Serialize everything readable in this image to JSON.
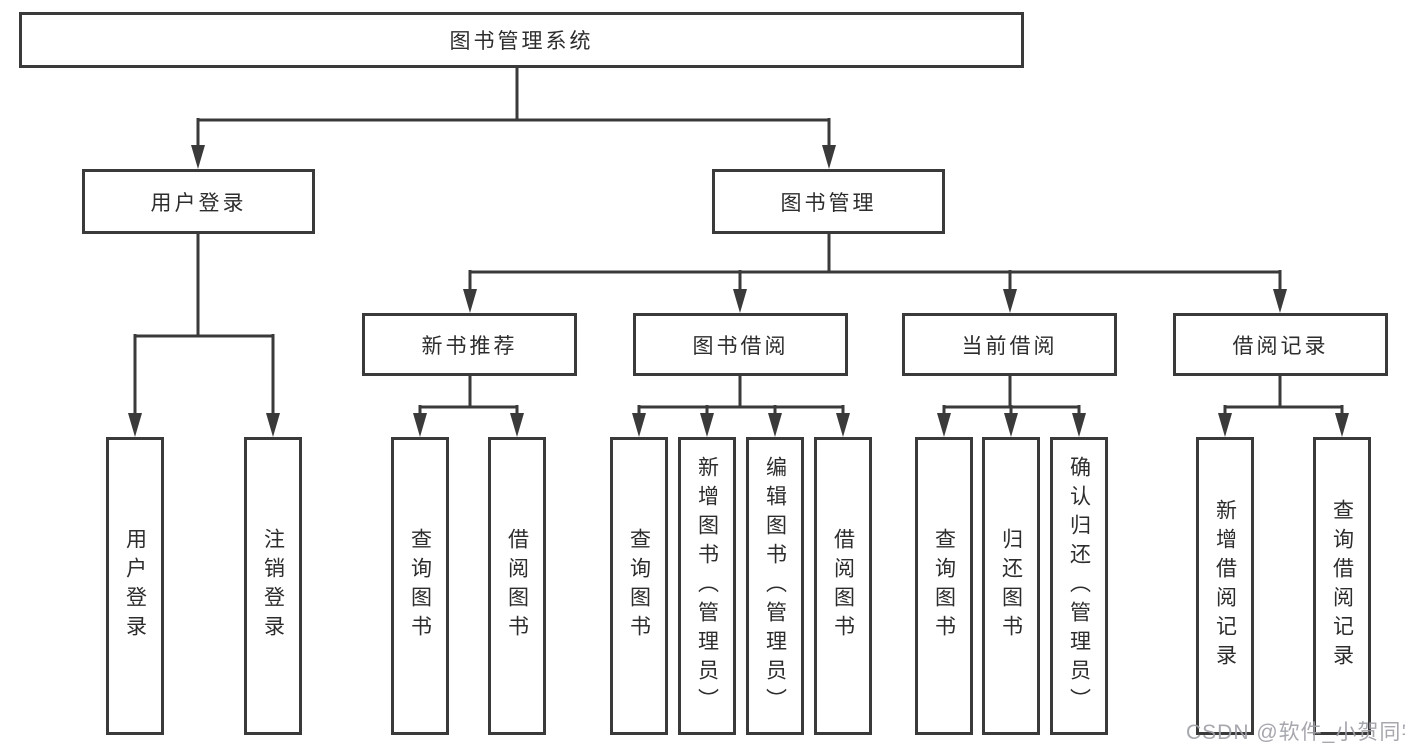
{
  "diagram": {
    "type": "tree",
    "tree": {
      "label": "图书管理系统",
      "children": [
        {
          "label": "用户登录",
          "children": [
            {
              "label": "用户登录"
            },
            {
              "label": "注销登录"
            }
          ]
        },
        {
          "label": "图书管理",
          "children": [
            {
              "label": "新书推荐",
              "children": [
                {
                  "label": "查询图书"
                },
                {
                  "label": "借阅图书"
                }
              ]
            },
            {
              "label": "图书借阅",
              "children": [
                {
                  "label": "查询图书"
                },
                {
                  "label": "新增图书（管理员）"
                },
                {
                  "label": "编辑图书（管理员）"
                },
                {
                  "label": "借阅图书"
                }
              ]
            },
            {
              "label": "当前借阅",
              "children": [
                {
                  "label": "查询图书"
                },
                {
                  "label": "归还图书"
                },
                {
                  "label": "确认归还（管理员）"
                }
              ]
            },
            {
              "label": "借阅记录",
              "children": [
                {
                  "label": "新增借阅记录"
                },
                {
                  "label": "查询借阅记录"
                }
              ]
            }
          ]
        }
      ]
    },
    "colors": {
      "line": "#3a3a3a",
      "box_background": "#ffffff",
      "text": "#2d2d2d"
    }
  },
  "watermark": {
    "text": "CSDN @软件_小贺同学",
    "color": "#9ea1a7"
  }
}
